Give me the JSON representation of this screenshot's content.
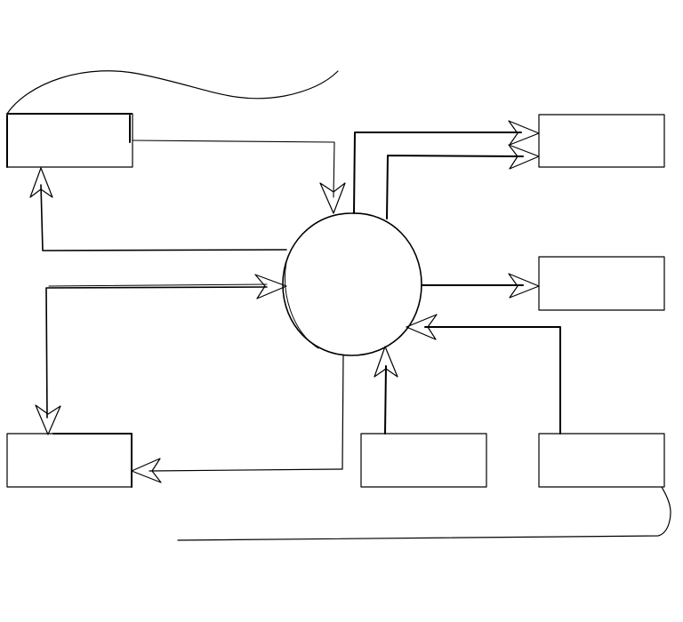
{
  "colors": {
    "background": "#ffffff",
    "stroke": "#000000"
  },
  "shapes": {
    "center": {
      "shape": "circle",
      "label": ""
    },
    "boxes": [
      {
        "id": "top-left",
        "label": ""
      },
      {
        "id": "bottom-left",
        "label": ""
      },
      {
        "id": "top-right",
        "label": ""
      },
      {
        "id": "middle-right",
        "label": ""
      },
      {
        "id": "bottom-center",
        "label": ""
      },
      {
        "id": "bottom-right",
        "label": ""
      }
    ]
  }
}
